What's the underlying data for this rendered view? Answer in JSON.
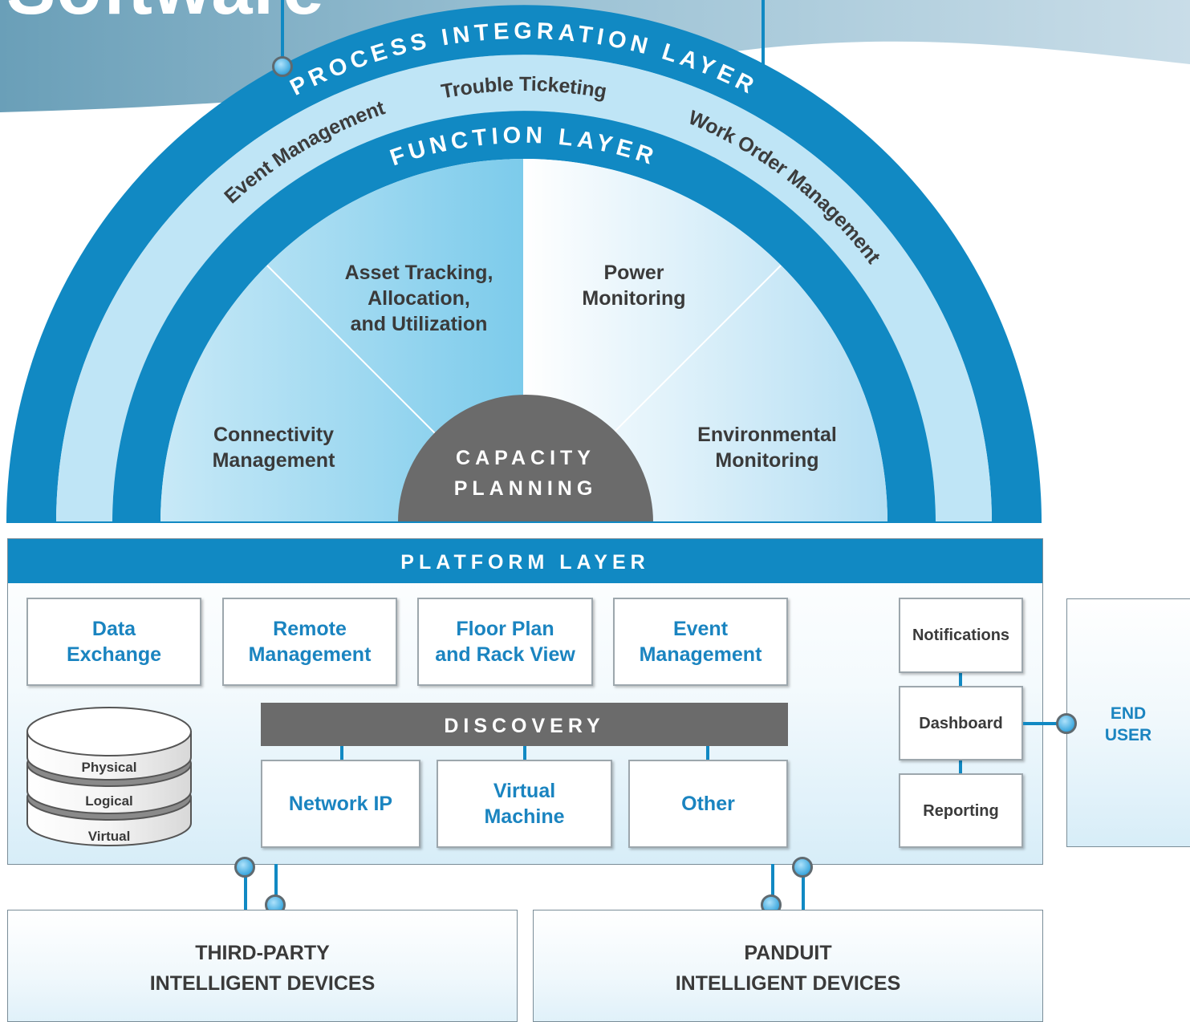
{
  "partial_title": "Software",
  "process_layer": {
    "title": "PROCESS INTEGRATION LAYER",
    "items": [
      "Event Management",
      "Trouble Ticketing",
      "Work Order Management"
    ]
  },
  "function_layer": {
    "title": "FUNCTION LAYER",
    "segments": [
      "Connectivity\nManagement",
      "Asset Tracking,\nAllocation,\nand Utilization",
      "Power\nMonitoring",
      "Environmental\nMonitoring"
    ],
    "core": "CAPACITY\nPLANNING"
  },
  "platform_layer": {
    "title": "PLATFORM LAYER",
    "modules": [
      "Data\nExchange",
      "Remote\nManagement",
      "Floor Plan\nand Rack View",
      "Event\nManagement"
    ],
    "data_layers": [
      "Physical",
      "Logical",
      "Virtual"
    ],
    "discovery": {
      "title": "DISCOVERY",
      "items": [
        "Network IP",
        "Virtual\nMachine",
        "Other"
      ]
    },
    "outputs": [
      "Notifications",
      "Dashboard",
      "Reporting"
    ]
  },
  "end_user": "END\nUSER",
  "devices": [
    {
      "line1": "THIRD-PARTY",
      "line2": "INTELLIGENT DEVICES"
    },
    {
      "line1": "PANDUIT",
      "line2": "INTELLIGENT DEVICES"
    }
  ],
  "colors": {
    "primary_blue": "#1189c3",
    "label_blue": "#1a84c0",
    "core_gray": "#6b6b6b",
    "light_blue": "#bfe5f6"
  }
}
